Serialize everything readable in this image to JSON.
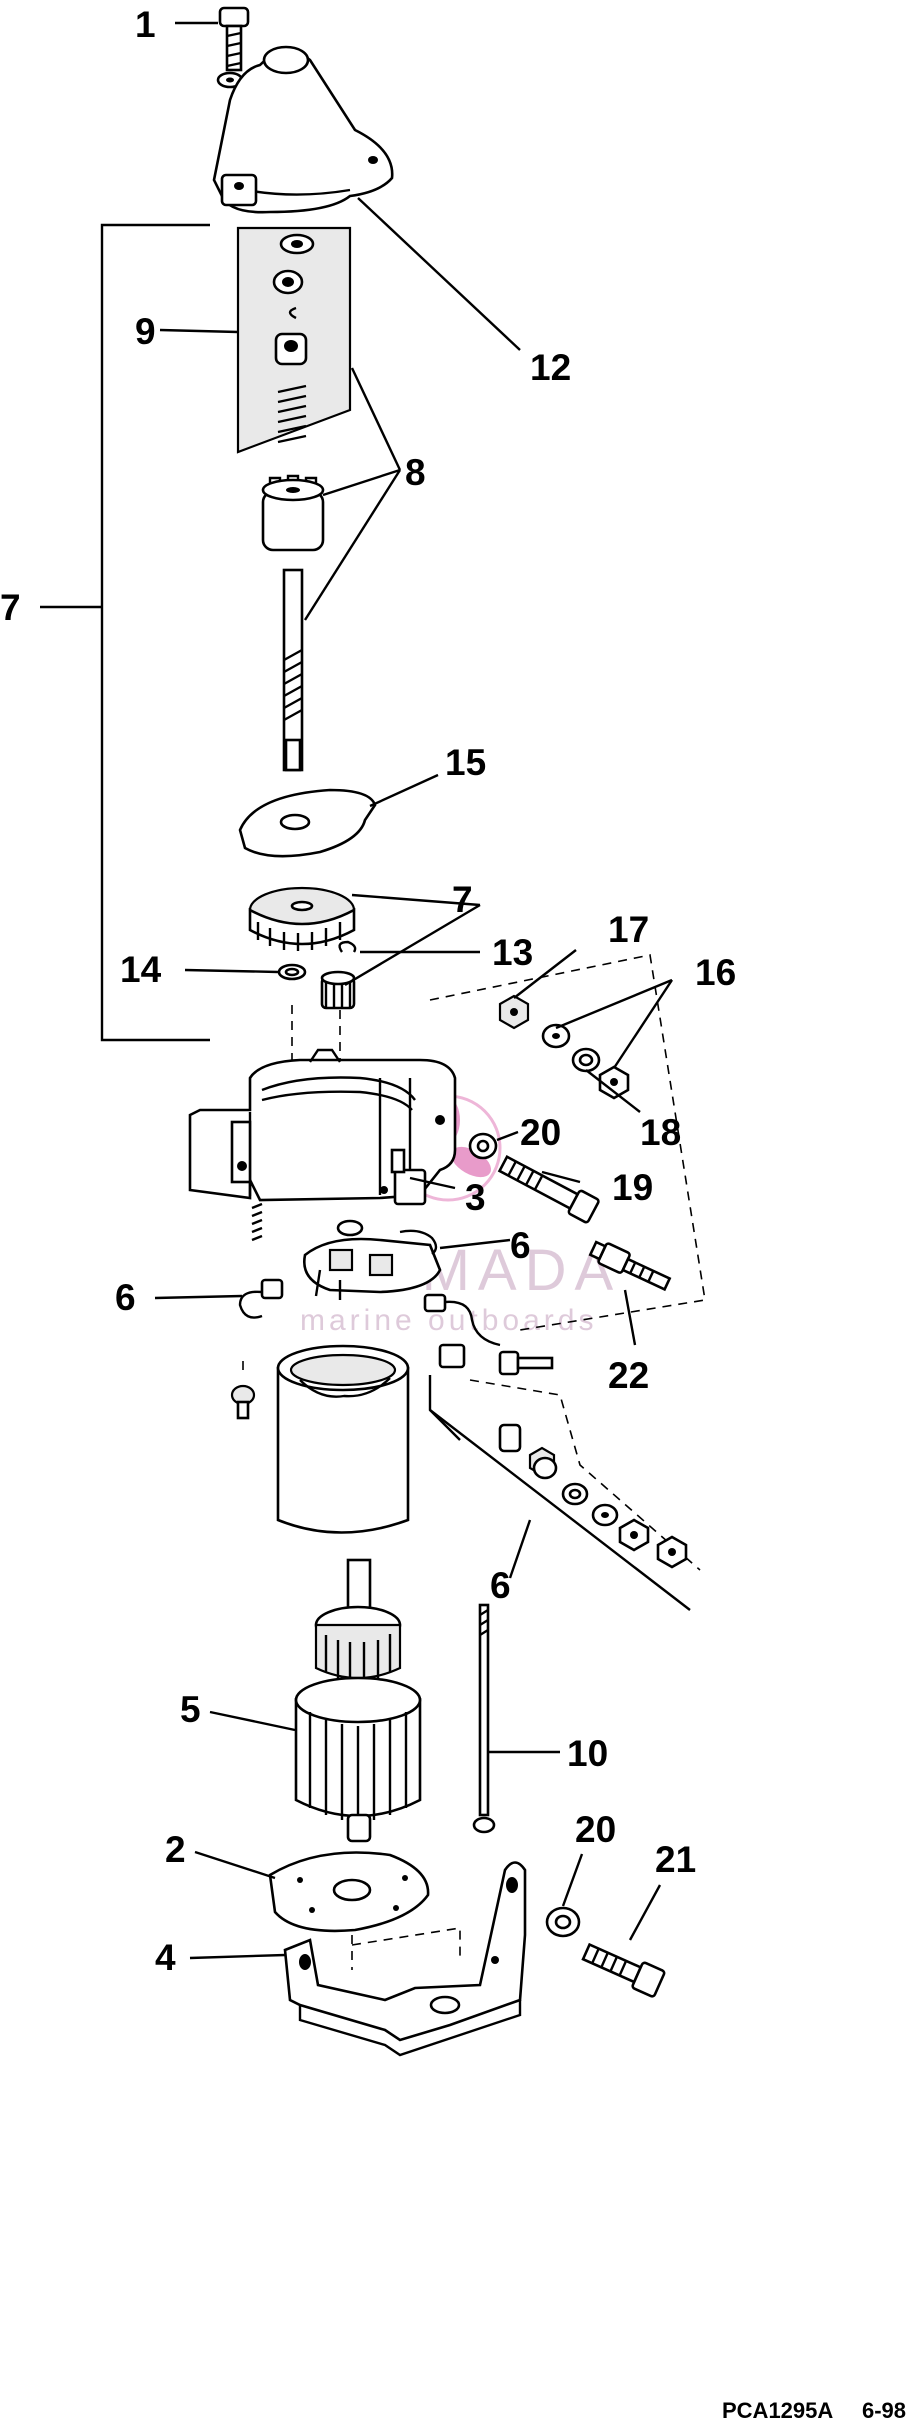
{
  "diagram": {
    "callouts": [
      "1",
      "12",
      "9",
      "8",
      "7",
      "15",
      "7",
      "13",
      "14",
      "17",
      "16",
      "18",
      "20",
      "3",
      "19",
      "6",
      "6",
      "22",
      "6",
      "5",
      "10",
      "2",
      "20",
      "21",
      "4"
    ],
    "watermark": {
      "brand": "ARMADA",
      "tagline": "marine outboards",
      "accent_color": "#e07ab8",
      "text_color": "#c9a7c3"
    },
    "footer": {
      "part_code": "PCA1295A",
      "date_code": "6-98"
    }
  }
}
